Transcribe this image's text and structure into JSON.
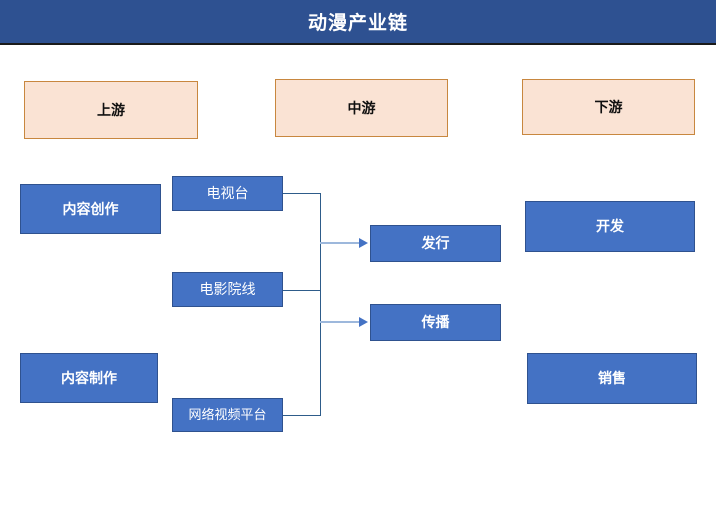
{
  "title": {
    "text": "动漫产业链",
    "bar_color": "#2E5191",
    "text_color": "#ffffff"
  },
  "palette": {
    "stage_fill": "#FAE3D4",
    "stage_border": "#C8873F",
    "node_fill": "#4472C4",
    "node_border": "#2F528F",
    "connector": "#2E5C8A",
    "arrow": "#9DB8DC"
  },
  "stages": [
    {
      "label": "上游"
    },
    {
      "label": "中游"
    },
    {
      "label": "下游"
    }
  ],
  "nodes": {
    "upstream": [
      {
        "label": "内容创作"
      },
      {
        "label": "内容制作"
      }
    ],
    "midstream": [
      {
        "label": "电视台"
      },
      {
        "label": "电影院线"
      },
      {
        "label": "网络视频平台"
      }
    ],
    "midstream_output": [
      {
        "label": "发行"
      },
      {
        "label": "传播"
      }
    ],
    "downstream": [
      {
        "label": "开发"
      },
      {
        "label": "销售"
      }
    ]
  }
}
